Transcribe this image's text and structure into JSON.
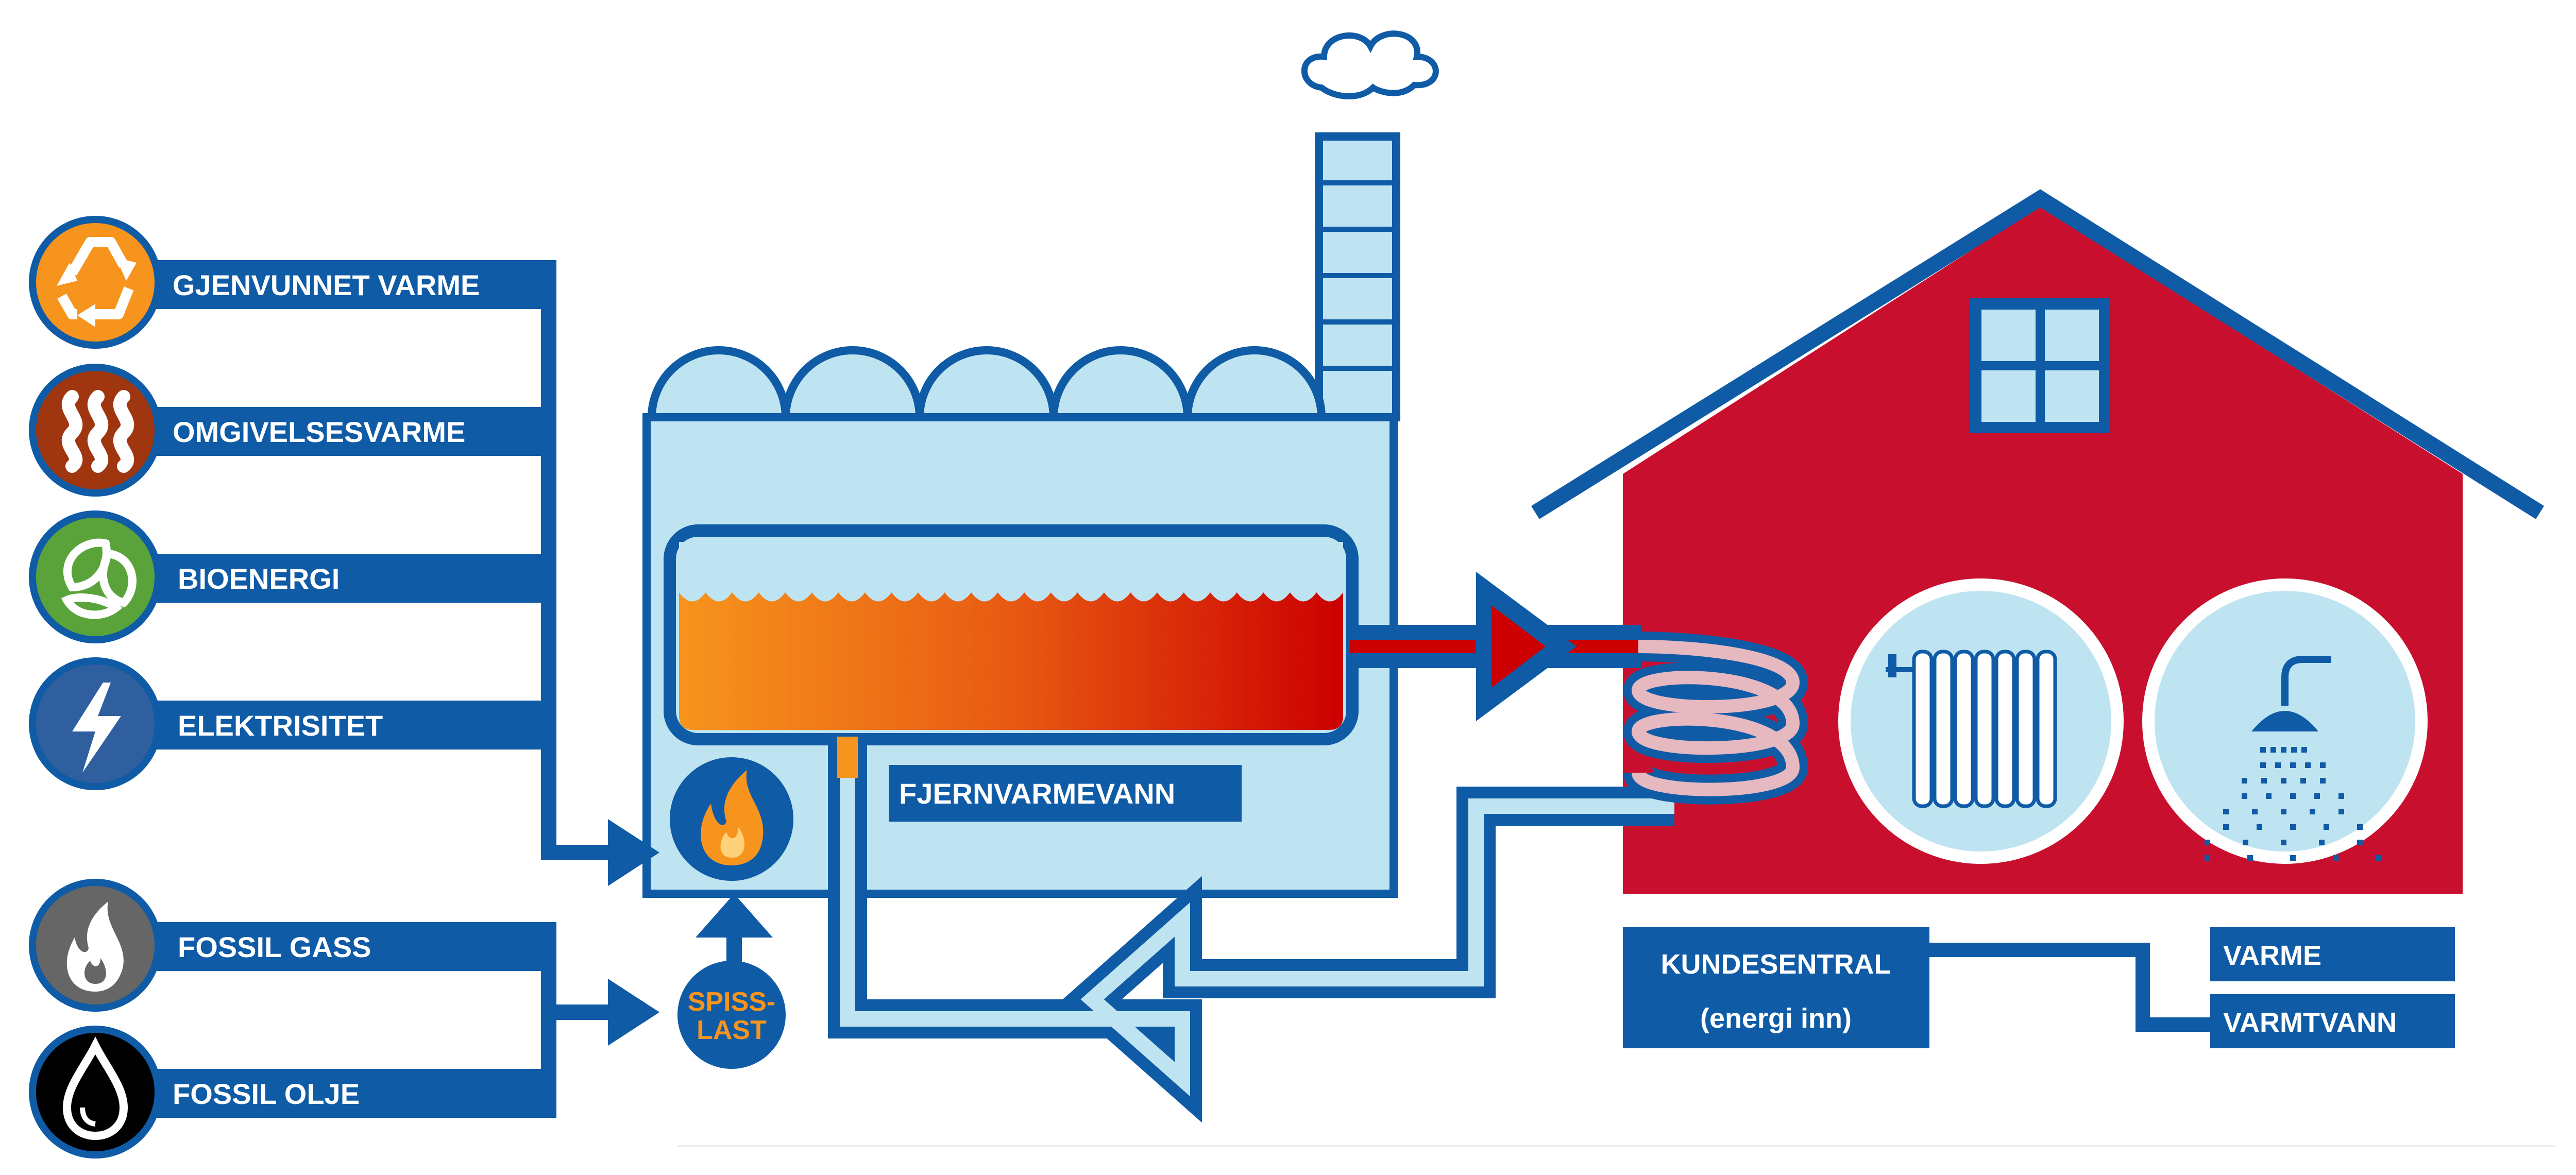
{
  "sources": [
    {
      "label": "GJENVUNNET VARME",
      "icon": "recycle-icon",
      "color": "#f7941d"
    },
    {
      "label": "OMGIVELSESVARME",
      "icon": "heat-waves-icon",
      "color": "#a0360f"
    },
    {
      "label": "BIOENERGI",
      "icon": "bio-leaf-icon",
      "color": "#5aa33a"
    },
    {
      "label": "ELEKTRISITET",
      "icon": "lightning-icon",
      "color": "#2f5f9e"
    }
  ],
  "fossil_sources": [
    {
      "label": "FOSSIL GASS",
      "icon": "gas-flame-icon",
      "color": "#666666"
    },
    {
      "label": "FOSSIL OLJE",
      "icon": "oil-drop-icon",
      "color": "#000000"
    }
  ],
  "plant": {
    "water_label": "FJERNVARMEVANN",
    "burner_icon": "flame-icon",
    "peak_load_line1": "SPISS-",
    "peak_load_line2": "LAST"
  },
  "customer": {
    "central_line1": "KUNDESENTRAL",
    "central_line2": "(energi inn)",
    "outputs": [
      "VARME",
      "VARMTVANN"
    ],
    "appliance_icons": [
      "radiator-icon",
      "shower-icon"
    ]
  },
  "colors": {
    "pipe_blue": "#0f5ba6",
    "light_blue": "#bfe4f1",
    "house_red": "#c8102e",
    "hot_orange": "#f7941d",
    "hot_red": "#cc0000"
  }
}
